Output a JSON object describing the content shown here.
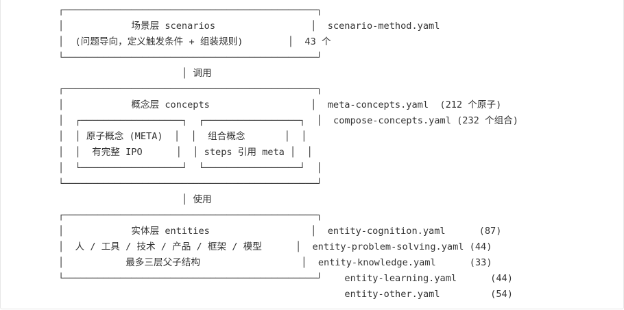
{
  "diagram": {
    "lines": [
      "┌─────────────────────────────────────────────┐",
      "│            场景层 scenarios                 │  scenario-method.yaml",
      "│  (问题导向，定义触发条件 + 组装规则)        │  43 个",
      "└─────────────────────────────────────────────┘",
      "                      │ 调用",
      "┌─────────────────────────────────────────────┐",
      "│            概念层 concepts                  │  meta-concepts.yaml  (212 个原子)",
      "│  ┌──────────────────┐  ┌─────────────────┐  │  compose-concepts.yaml (232 个组合)",
      "│  │ 原子概念 (META)  │  │  组合概念       │  │",
      "│  │  有完整 IPO      │  │ steps 引用 meta │  │",
      "│  └──────────────────┘  └─────────────────┘  │",
      "└─────────────────────────────────────────────┘",
      "                      │ 使用",
      "┌─────────────────────────────────────────────┐",
      "│            实体层 entities                  │  entity-cognition.yaml      (87)",
      "│  人 / 工具 / 技术 / 产品 / 框架 / 模型      │  entity-problem-solving.yaml (44)",
      "│           最多三层父子结构                  │  entity-knowledge.yaml      (33)",
      "└─────────────────────────────────────────────┘    entity-learning.yaml      (44)",
      "                                                   entity-other.yaml         (54)"
    ]
  }
}
